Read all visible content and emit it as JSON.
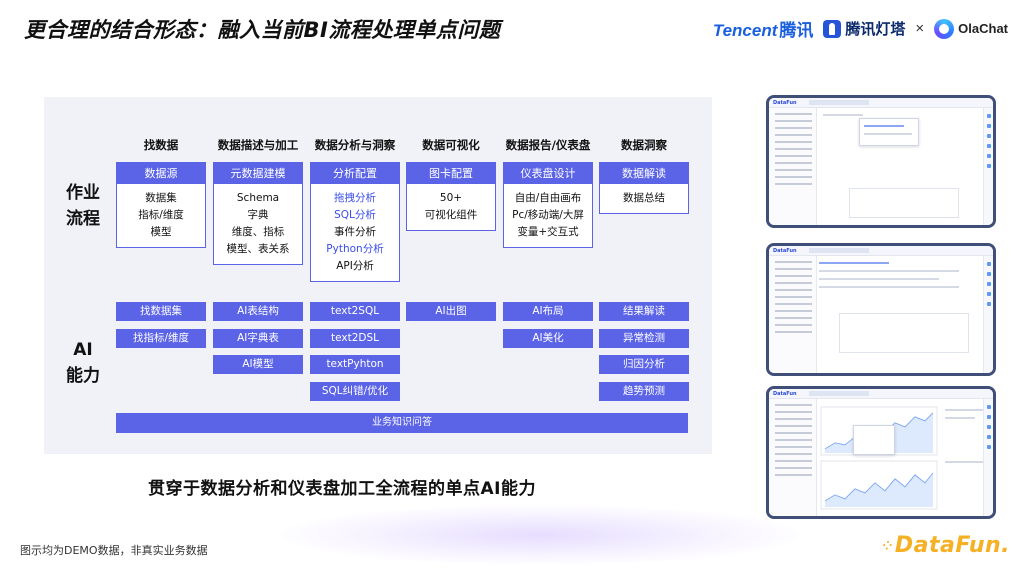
{
  "title": "更合理的结合形态：融入当前BI流程处理单点问题",
  "logos": {
    "tencent": "Tencent",
    "tencent_cn": "腾讯",
    "dengta": "腾讯灯塔",
    "separator": "×",
    "olachat": "OlaChat"
  },
  "rows": {
    "work_line1": "作业",
    "work_line2": "流程",
    "ai_line1": "AI",
    "ai_line2": "能力"
  },
  "columns": [
    {
      "head": "找数据",
      "box_header": "数据源",
      "items": [
        "数据集",
        "指标/维度",
        "模型"
      ]
    },
    {
      "head": "数据描述与加工",
      "box_header": "元数据建模",
      "items": [
        "Schema",
        "字典",
        "维度、指标",
        "模型、表关系"
      ]
    },
    {
      "head": "数据分析与洞察",
      "box_header": "分析配置",
      "items": [
        "拖拽分析",
        "SQL分析",
        "事件分析",
        "Python分析",
        "API分析"
      ],
      "highlight": [
        0,
        1,
        3
      ]
    },
    {
      "head": "数据可视化",
      "box_header": "图卡配置",
      "items": [
        "50+",
        "可视化组件"
      ]
    },
    {
      "head": "数据报告/仪表盘",
      "box_header": "仪表盘设计",
      "items": [
        "自由/自由画布",
        "Pc/移动端/大屏",
        "变量+交互式"
      ]
    },
    {
      "head": "数据洞察",
      "box_header": "数据解读",
      "items": [
        "数据总结"
      ]
    }
  ],
  "ai_capabilities": [
    [
      "找数据集",
      "找指标/维度"
    ],
    [
      "AI表结构",
      "AI字典表",
      "AI模型"
    ],
    [
      "text2SQL",
      "text2DSL",
      "textPyhton",
      "SQL纠错/优化"
    ],
    [
      "AI出图"
    ],
    [
      "AI布局",
      "AI美化"
    ],
    [
      "结果解读",
      "异常检测",
      "归因分析",
      "趋势预测"
    ]
  ],
  "ai_bar": "业务知识问答",
  "caption": "贯穿于数据分析和仪表盘加工全流程的单点AI能力",
  "footnote": "图示均为DEMO数据，非真实业务数据",
  "footer_logo": "DataFun.",
  "screenshots": [
    {
      "brand": "DataFun"
    },
    {
      "brand": "DataFun"
    },
    {
      "brand": "DataFun"
    }
  ],
  "colors": {
    "accent": "#5b63e6",
    "highlight": "#3a4ee8",
    "footer_logo": "#f5b024"
  }
}
